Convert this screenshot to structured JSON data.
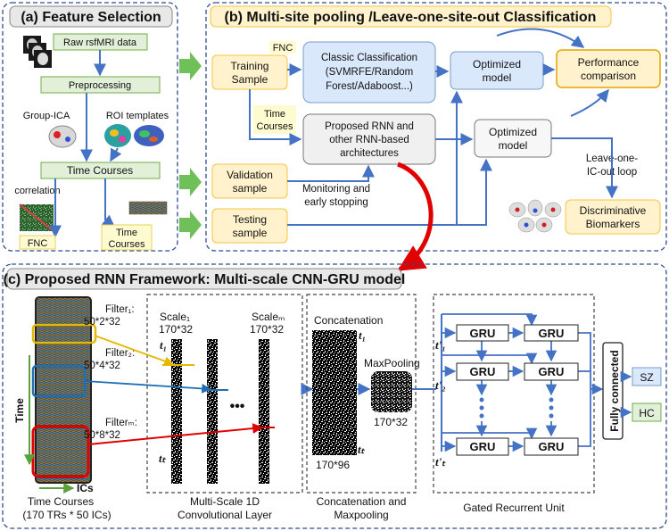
{
  "panel_a": {
    "title": "(a) Feature Selection",
    "raw": "Raw rsfMRI data",
    "preprocessing": "Preprocessing",
    "group_ica": "Group-ICA",
    "roi_templates": "ROI templates",
    "time_courses": "Time Courses",
    "correlation": "correlation",
    "fnc": "FNC",
    "time_courses_out": [
      "Time",
      "Courses"
    ]
  },
  "panel_b": {
    "title": "(b) Multi-site pooling /Leave-one-site-out Classification",
    "training_sample": [
      "Training",
      "Sample"
    ],
    "fnc_label": "FNC",
    "time_courses_label": [
      "Time",
      "Courses"
    ],
    "classic": [
      "Classic Classification",
      "(SVMRFE/Random",
      "Forest/Adaboost...)"
    ],
    "proposed": [
      "Proposed RNN and",
      "other RNN-based",
      "architectures"
    ],
    "optimized_model_1": [
      "Optimized",
      "model"
    ],
    "optimized_model_2": [
      "Optimized",
      "model"
    ],
    "performance": [
      "Performance",
      "comparison"
    ],
    "validation_sample": [
      "Validation",
      "sample"
    ],
    "monitoring": [
      "Monitoring and",
      "early stopping"
    ],
    "testing_sample": [
      "Testing",
      "sample"
    ],
    "loop": [
      "Leave-one-",
      "IC-out loop"
    ],
    "biomarkers": [
      "Discriminative",
      "Biomarkers"
    ]
  },
  "panel_c": {
    "title": "(c) Proposed RNN Framework: Multi-scale CNN-GRU model",
    "filter1": [
      "Filter₁:",
      "50*2*32"
    ],
    "filter2": [
      "Filter₂:",
      "50*4*32"
    ],
    "filterm": [
      "Filterₘ:",
      "50*8*32"
    ],
    "time_axis": "Time",
    "ics_axis": "ICs",
    "time_courses_caption": [
      "Time Courses",
      "(170 TRs * 50 ICs)"
    ],
    "scale1": [
      "Scale₁",
      "170*32"
    ],
    "scalem": [
      "Scaleₘ",
      "170*32"
    ],
    "t1": "t₁",
    "tT": "tₜ",
    "dots": "•••",
    "conv_caption": [
      "Multi-Scale 1D",
      "Convolutional Layer"
    ],
    "concatenation": "Concatenation",
    "concat_dim": "170*96",
    "maxpooling": "MaxPooling",
    "pool_dim": "170*32",
    "concat_caption": [
      "Concatenation and",
      "Maxpooling"
    ],
    "gru": "GRU",
    "gru_t1": "t'₁",
    "gru_t2": "t'₂",
    "gru_tT": "t'ₜ",
    "gru_caption": "Gated Recurrent Unit",
    "fully_connected": "Fully connected",
    "sz": "SZ",
    "hc": "HC"
  },
  "colors": {
    "green_box": "#e2efd9",
    "green_border": "#70ad47",
    "yellow_box": "#fff2cc",
    "yellow_border": "#f4c542",
    "blue_box": "#dae8fc",
    "blue_arrow": "#4472c4",
    "green_arrow": "#70c05a",
    "red": "#e00000",
    "title_bg": "#e8e8e8"
  }
}
